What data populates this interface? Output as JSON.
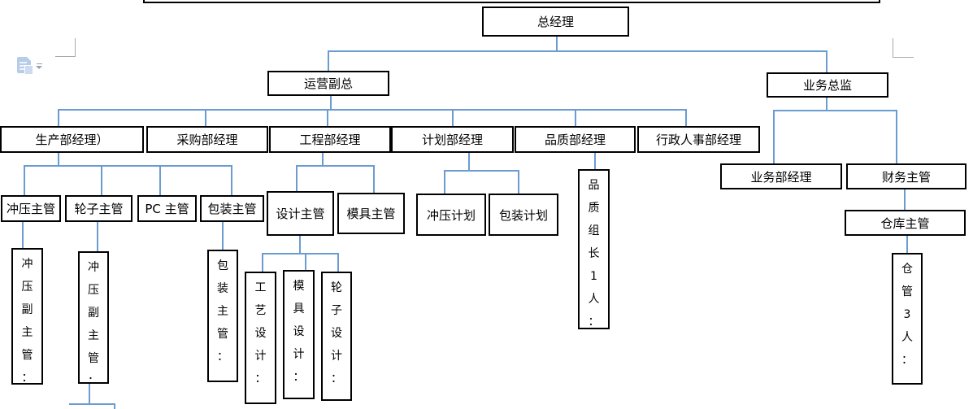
{
  "colors": {
    "connector": "#6b9cd1",
    "box_border": "#000000",
    "text": "#000000",
    "corner_mark": "#a9a9a9",
    "paste_icon_fill": "#b7cce9"
  },
  "icons": {
    "paste_options": "paste-options-icon",
    "dropdown": "dropdown-arrow-icon"
  },
  "org_chart": {
    "nodes": {
      "title_box": {
        "label": ""
      },
      "general_manager": {
        "label": "总经理"
      },
      "operations_vp": {
        "label": "运营副总"
      },
      "business_director": {
        "label": "业务总监"
      },
      "production_manager": {
        "label": "生产部经理）"
      },
      "purchasing_manager": {
        "label": "采购部经理"
      },
      "engineering_manager": {
        "label": "工程部经理"
      },
      "planning_manager": {
        "label": "计划部经理"
      },
      "quality_manager": {
        "label": "品质部经理"
      },
      "admin_hr_manager": {
        "label": "行政人事部经理"
      },
      "stamping_supervisor": {
        "label": "冲压主管"
      },
      "wheel_supervisor": {
        "label": "轮子主管"
      },
      "pc_supervisor": {
        "label": "PC 主管"
      },
      "packing_supervisor": {
        "label": "包装主管"
      },
      "design_supervisor": {
        "label": "设计主管"
      },
      "mold_supervisor": {
        "label": "模具主管"
      },
      "stamping_planner": {
        "label": "冲压计划"
      },
      "packing_planner": {
        "label": "包装计划"
      },
      "business_dept_manager": {
        "label": "业务部经理"
      },
      "finance_supervisor": {
        "label": "财务主管"
      },
      "warehouse_supervisor": {
        "label": "仓库主管"
      },
      "stamping_deputy_1": {
        "label": "冲压副主管："
      },
      "stamping_deputy_2": {
        "label": "冲压副主管："
      },
      "packing_supervisor_note": {
        "label": "包装主管："
      },
      "process_design": {
        "label": "工艺设计："
      },
      "mold_design": {
        "label": "模具设计："
      },
      "wheel_design": {
        "label": "轮子设计："
      },
      "quality_leader": {
        "label": "品质组长1人："
      },
      "warehouse_keeper": {
        "label": "仓管3人："
      }
    }
  }
}
